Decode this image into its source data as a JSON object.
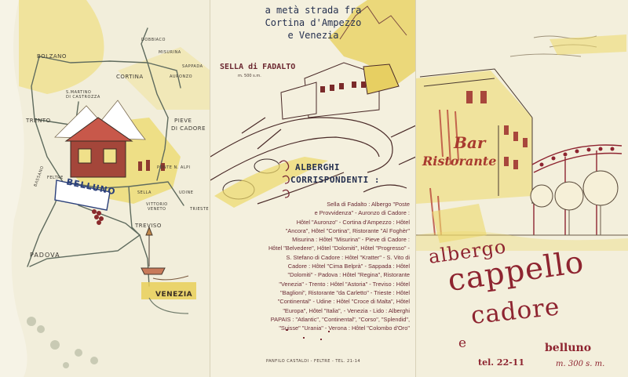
{
  "map": {
    "places": {
      "bolzano": "BOLZANO",
      "dobbiaco": "DOBBIACO",
      "misurina": "MISURINA",
      "cortina": "CORTINA",
      "sappada": "SAPPADA",
      "auronzo": "AURONZO",
      "s_martino": "S.MARTINO",
      "s_martino_2": "DI CASTROZZA",
      "trento": "TRENTO",
      "pieve": "PIEVE",
      "pieve_2": "DI CADORE",
      "ponte": "PONTE N. ALPI",
      "sella": "SELLA",
      "udine": "UDINE",
      "vittorio": "VITTORIO",
      "vittorio_2": "VENETO",
      "trieste": "TRIESTE",
      "feltre": "FELTRE",
      "treviso": "TREVISO",
      "padova": "PADOVA",
      "bassano": "BASSANO"
    },
    "belluno_sign": "BELLUNO",
    "venezia_sign": "VENEZIA"
  },
  "middle": {
    "tagline": [
      "a metà strada fra",
      "Cortina d'Ampezzo",
      "e Venezia"
    ],
    "sella_label": "SELLA di FADALTO",
    "sella_altitude": "m. 500 s.m.",
    "alberghi_title": [
      "ALBERGHI",
      "CORRISPONDENTI :"
    ],
    "corrispondenti_lines": [
      "Sella di Fadalto : Albergo \"Poste",
      "e Provvidenza\" - Auronzo di Cadore :",
      "Hôtel \"Auronzo\" - Cortina d'Ampezzo : Hôtel",
      "\"Ancora\", Hôtel \"Cortina\", Ristorante \"Al Foghèr\"",
      "Misurina : Hôtel \"Misurina\" - Pieve di Cadore :",
      "Hôtel \"Belvedere\", Hôtel \"Dolomiti\", Hôtel \"Progresso\" -",
      "S. Stefano di Cadore : Hôtel \"Kratter\" - S. Vito di",
      "Cadore : Hôtel \"Cima Belprà\" - Sappada : Hôtel",
      "\"Dolomiti\" - Padova : Hôtel \"Regina\", Ristorante",
      "\"Venezia\" - Trento : Hôtel \"Astoria\" - Treviso : Hôtel",
      "\"Baglioni\", Ristorante \"da Carletto\" - Trieste : Hôtel",
      "\"Continental\" - Udine : Hôtel \"Croce di Malta\", Hôtel",
      "\"Europa\", Hôtel \"Italia\", - Venezia - Lido : Alberghi",
      "PAPAIS : \"Atlantic\", \"Continental\", \"Corso\", \"Splendid\",",
      "\"Suisse\" \"Urania\" - Verona : Hôtel \"Colombo d'Oro\""
    ],
    "printer": "PANFILO CASTALDI - FELTRE - TEL. 21-14"
  },
  "cover": {
    "bar": "Bar",
    "ristorante": "Ristorante",
    "albergo": "albergo",
    "cappello": "cappello",
    "e": "e",
    "cadore": "cadore",
    "belluno": "belluno",
    "tel": "tel. 22-11",
    "altitude": "m. 300 s. m."
  },
  "colors": {
    "paper": "#f3efdc",
    "yellow": "#ecd96a",
    "dark_red": "#8e2430",
    "navy": "#25304f"
  }
}
